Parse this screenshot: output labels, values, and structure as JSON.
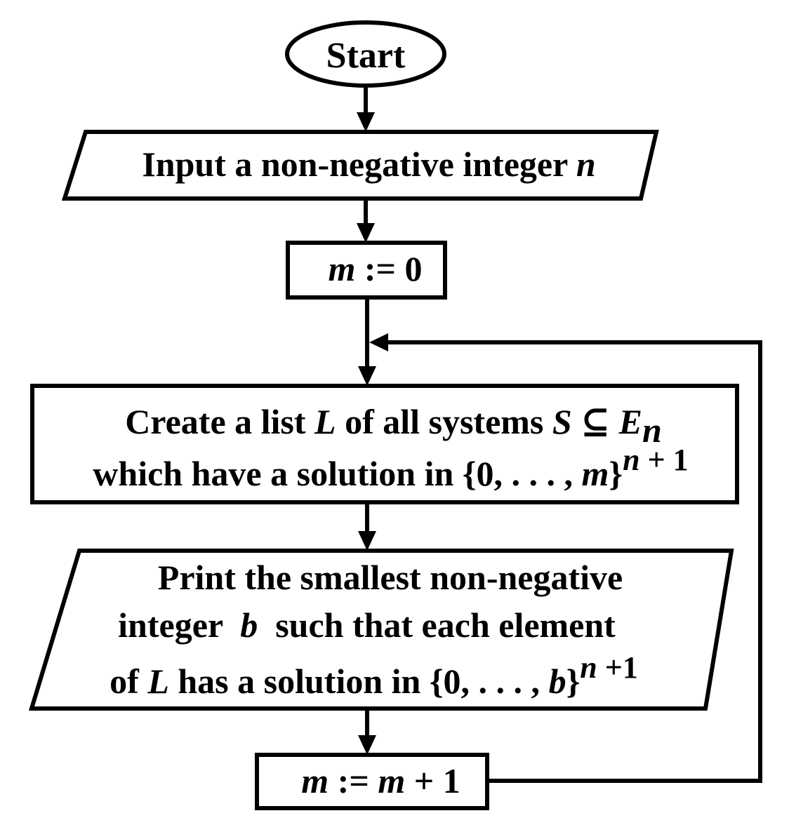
{
  "diagram": {
    "type": "flowchart",
    "colors": {
      "stroke": "#000000",
      "fill": "#ffffff",
      "text": "#000000"
    },
    "nodes": [
      {
        "id": "start",
        "shape": "ellipse",
        "label": "Start"
      },
      {
        "id": "input",
        "shape": "parallelogram",
        "text": {
          "main": "Input a non-negative integer ",
          "var": "n"
        }
      },
      {
        "id": "init",
        "shape": "rectangle",
        "text": {
          "var": "m",
          "rest": " := 0"
        }
      },
      {
        "id": "create",
        "shape": "rectangle",
        "line1": {
          "a": "Create a list ",
          "L": "L",
          "b": " of all systems ",
          "S": "S",
          "sub": " ⊆ ",
          "E": "E",
          "n": "n"
        },
        "line2": {
          "a": "which have a solution in {0, . . . , ",
          "m": "m",
          "b": "}",
          "sup_n": "n",
          "sup_rest": " + 1"
        }
      },
      {
        "id": "print",
        "shape": "parallelogram",
        "line1": "Print the smallest non-negative",
        "line2": {
          "a": "integer  ",
          "b": "b",
          "c": "  such that each element"
        },
        "line3": {
          "a": "of ",
          "L": "L",
          "b": " has a solution in {0, . . . , ",
          "bv": "b",
          "c": "}",
          "sup_n": "n",
          "sup_rest": " +1"
        }
      },
      {
        "id": "increment",
        "shape": "rectangle",
        "text": {
          "m1": "m",
          "mid": " := ",
          "m2": "m",
          "rest": " + 1"
        }
      }
    ],
    "edges": [
      {
        "from": "start",
        "to": "input"
      },
      {
        "from": "input",
        "to": "init"
      },
      {
        "from": "init",
        "to": "create"
      },
      {
        "from": "create",
        "to": "print"
      },
      {
        "from": "print",
        "to": "increment"
      },
      {
        "from": "increment",
        "to": "create",
        "kind": "loop-back"
      }
    ]
  }
}
